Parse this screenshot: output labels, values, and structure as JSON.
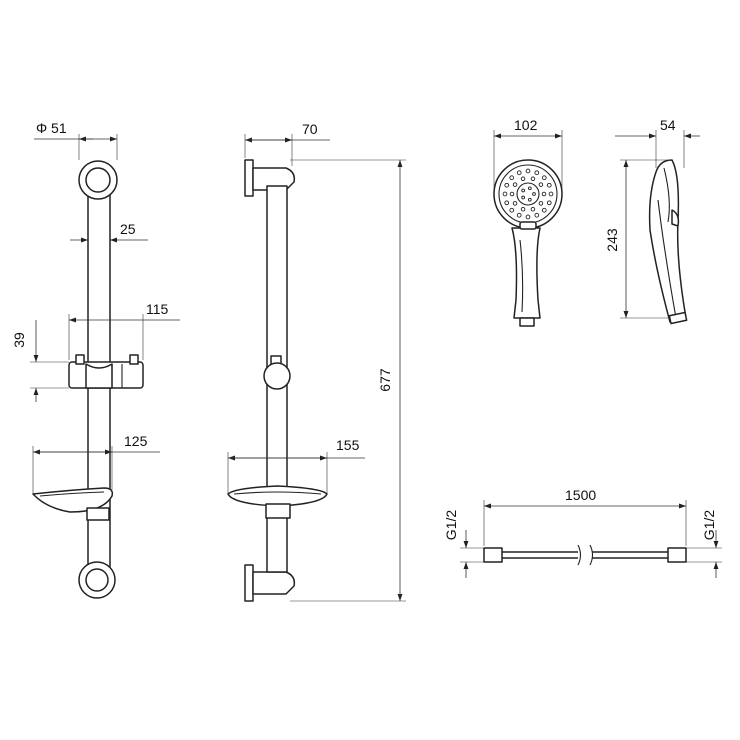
{
  "labels": {
    "rail_diameter": "Φ 51",
    "rail_tube": "25",
    "holder_width": "115",
    "holder_height": "39",
    "dish_front": "125",
    "wall_offset": "70",
    "dish_side": "155",
    "total_height": "677",
    "head_width": "102",
    "head_depth": "54",
    "handset_length": "243",
    "hose_length": "1500",
    "thread_left": "G1/2",
    "thread_right": "G1/2"
  },
  "colors": {
    "line": "#222222",
    "background": "#ffffff"
  }
}
